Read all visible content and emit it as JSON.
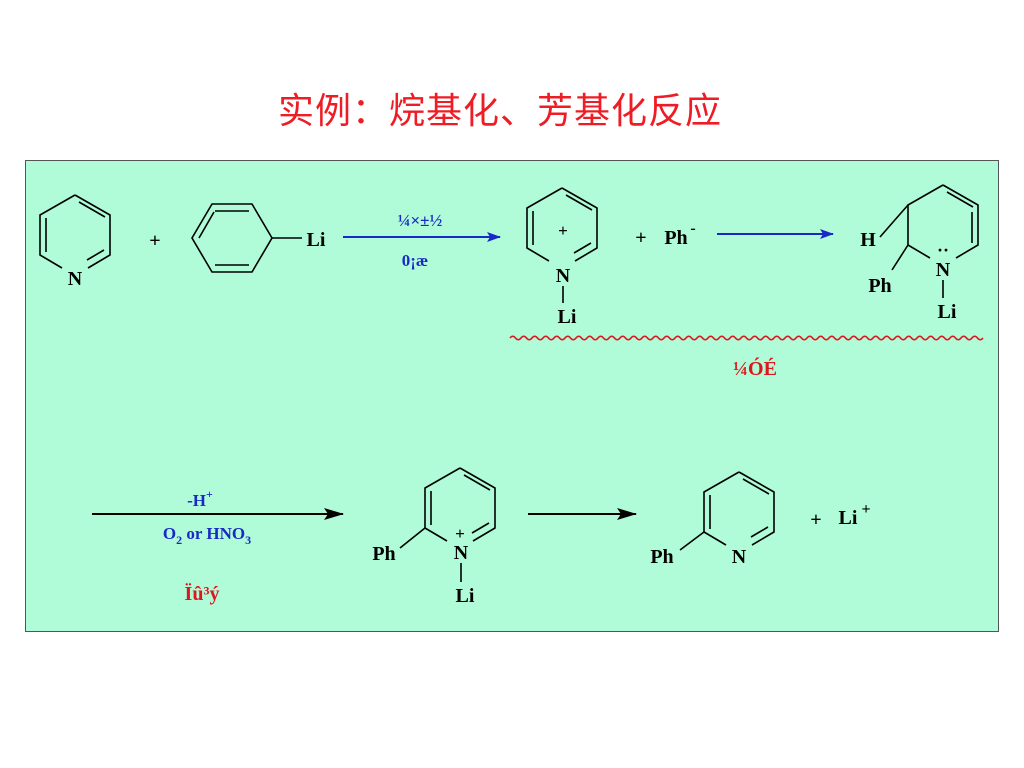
{
  "title": "实例：烷基化、芳基化反应",
  "colors": {
    "title": "#ee1c24",
    "panel": "#b0fcd8",
    "arrow_blue": "#1a28c8",
    "note_red": "#e0161e"
  },
  "scheme": {
    "row1": {
      "reactant1_atom": "N",
      "plus1": "+",
      "reactant2_substituent": "Li",
      "arrow1_above": "¼×±½",
      "arrow1_below": "0¡æ",
      "intermediate_charge": "+",
      "intermediate_atom": "N",
      "intermediate_substituent": "Li",
      "plus2": "+",
      "phenyl_anion": "Ph",
      "phenyl_anion_charge": "-",
      "product_h": "H",
      "product_ph": "Ph",
      "product_n": "N",
      "product_lone_pair": "··",
      "product_li": "Li",
      "wavy_note": "¼ÓÉ"
    },
    "row2": {
      "arrow3_above": "-H",
      "arrow3_above_sup": "+",
      "arrow3_below_o": "O",
      "arrow3_below_sub": "2",
      "arrow3_below_rest": " or HNO",
      "arrow3_below_sub2": "3",
      "arrow3_note": "Ïû³ý",
      "intermediate_ph": "Ph",
      "intermediate_charge": "+",
      "intermediate_n": "N",
      "intermediate_li": "Li",
      "product_ph": "Ph",
      "product_n": "N",
      "plus": "+",
      "li_ion": "Li",
      "li_ion_charge": "+"
    }
  }
}
